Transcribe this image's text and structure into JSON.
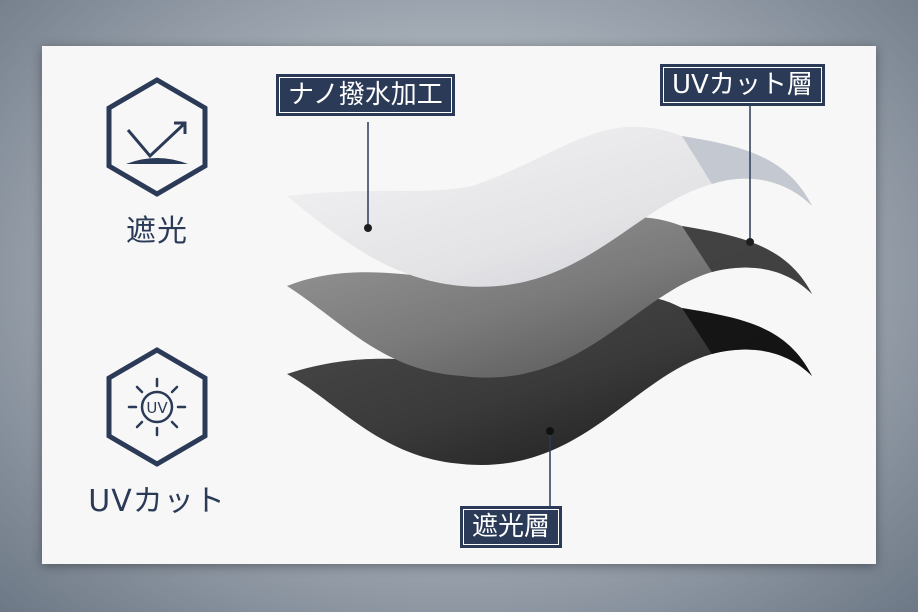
{
  "features": [
    {
      "icon": "sunlight-reflect-icon",
      "label": "遮光"
    },
    {
      "icon": "uv-sun-icon",
      "label": "UVカット",
      "icon_text": "UV"
    }
  ],
  "layers": [
    {
      "name": "nano-water-repellent",
      "label": "ナノ撥水加工",
      "color": "#e6e6e8"
    },
    {
      "name": "uv-cut-layer",
      "label": "UVカット層",
      "color": "#6e6e6e"
    },
    {
      "name": "light-shielding-layer",
      "label": "遮光層",
      "color": "#3a3a3a"
    }
  ],
  "colors": {
    "accent": "#2b3a57",
    "card_background": "#f7f7f7",
    "page_background": "#6d7886"
  }
}
